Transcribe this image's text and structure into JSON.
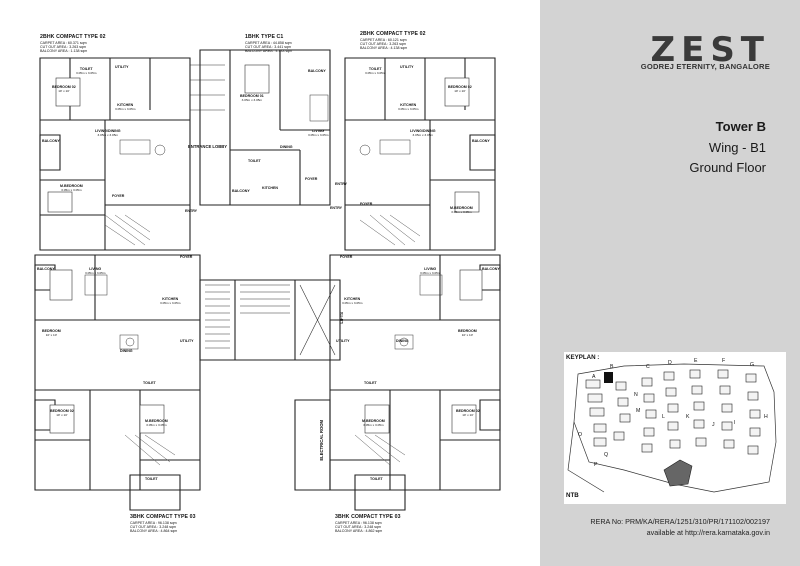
{
  "brand": {
    "name": "ZEST",
    "subtitle": "GODREJ ETERNITY, BANGALORE"
  },
  "info": {
    "tower": "Tower B",
    "wing": "Wing - B1",
    "floor": "Ground Floor"
  },
  "rera": {
    "number": "RERA No: PRM/KA/RERA/1251/310/PR/171102/002197",
    "site": "available at http://rera.karnataka.gov.in"
  },
  "keyplan": {
    "label": "KEYPLAN :",
    "letters": [
      "A",
      "B",
      "C",
      "D",
      "E",
      "F",
      "G",
      "H",
      "I",
      "J",
      "K",
      "L",
      "M",
      "N",
      "O",
      "P",
      "Q"
    ],
    "ntb": "NTB"
  },
  "units": {
    "tl": {
      "title": "2BHK COMPACT TYPE 02",
      "carpet": "CARPET AREA  :  60.371 sqm",
      "cutout": "CUT OUT AREA  :  3.263 sqm",
      "balcony": "BALCONY AREA  :  1.138 sqm"
    },
    "tc": {
      "title": "1BHK TYPE C1",
      "carpet": "CARPET AREA  :  44.858 sqm",
      "cutout": "CUT OUT AREA  :  3.441 sqm",
      "balcony": "BALCONY AREA  :  4.133 sqm"
    },
    "tr": {
      "title": "2BHK COMPACT TYPE 02",
      "carpet": "CARPET AREA  :  60.121 sqm",
      "cutout": "CUT OUT AREA  :  3.263 sqm",
      "balcony": "BALCONY AREA  :  4.138 sqm"
    },
    "bl": {
      "title": "3BHK COMPACT TYPE 03",
      "carpet": "CARPET AREA  :  96.138 sqm",
      "cutout": "CUT OUT AREA  :  3.248 sqm",
      "balcony": "BALCONY AREA  :  4.864 sqm"
    },
    "br": {
      "title": "3BHK COMPACT TYPE 03",
      "carpet": "CARPET AREA  :  96.138 sqm",
      "cutout": "CUT OUT AREA  :  3.248 sqm",
      "balcony": "BALCONY AREA  :  4.862 sqm"
    }
  },
  "rooms": {
    "entrance_lobby": "ENTRANCE LOBBY",
    "electrical_room": "ELECTRICAL ROOM",
    "lift": "LIFTS",
    "toilet": "TOILET",
    "kitchen": "KITCHEN",
    "utility": "UTILITY",
    "living_dining": "LIVING/DINING",
    "living": "LIVING",
    "dining": "DINING",
    "bedroom": "BEDROOM",
    "bedroom_01": "BEDROOM 01",
    "bedroom_02": "BEDROOM 02",
    "m_bedroom": "M.BEDROOM",
    "balcony": "BALCONY",
    "foyer": "FOYER",
    "entry": "ENTRY",
    "dim_a": "3.05m x 3.05m",
    "dim_b": "10' x 10'"
  }
}
